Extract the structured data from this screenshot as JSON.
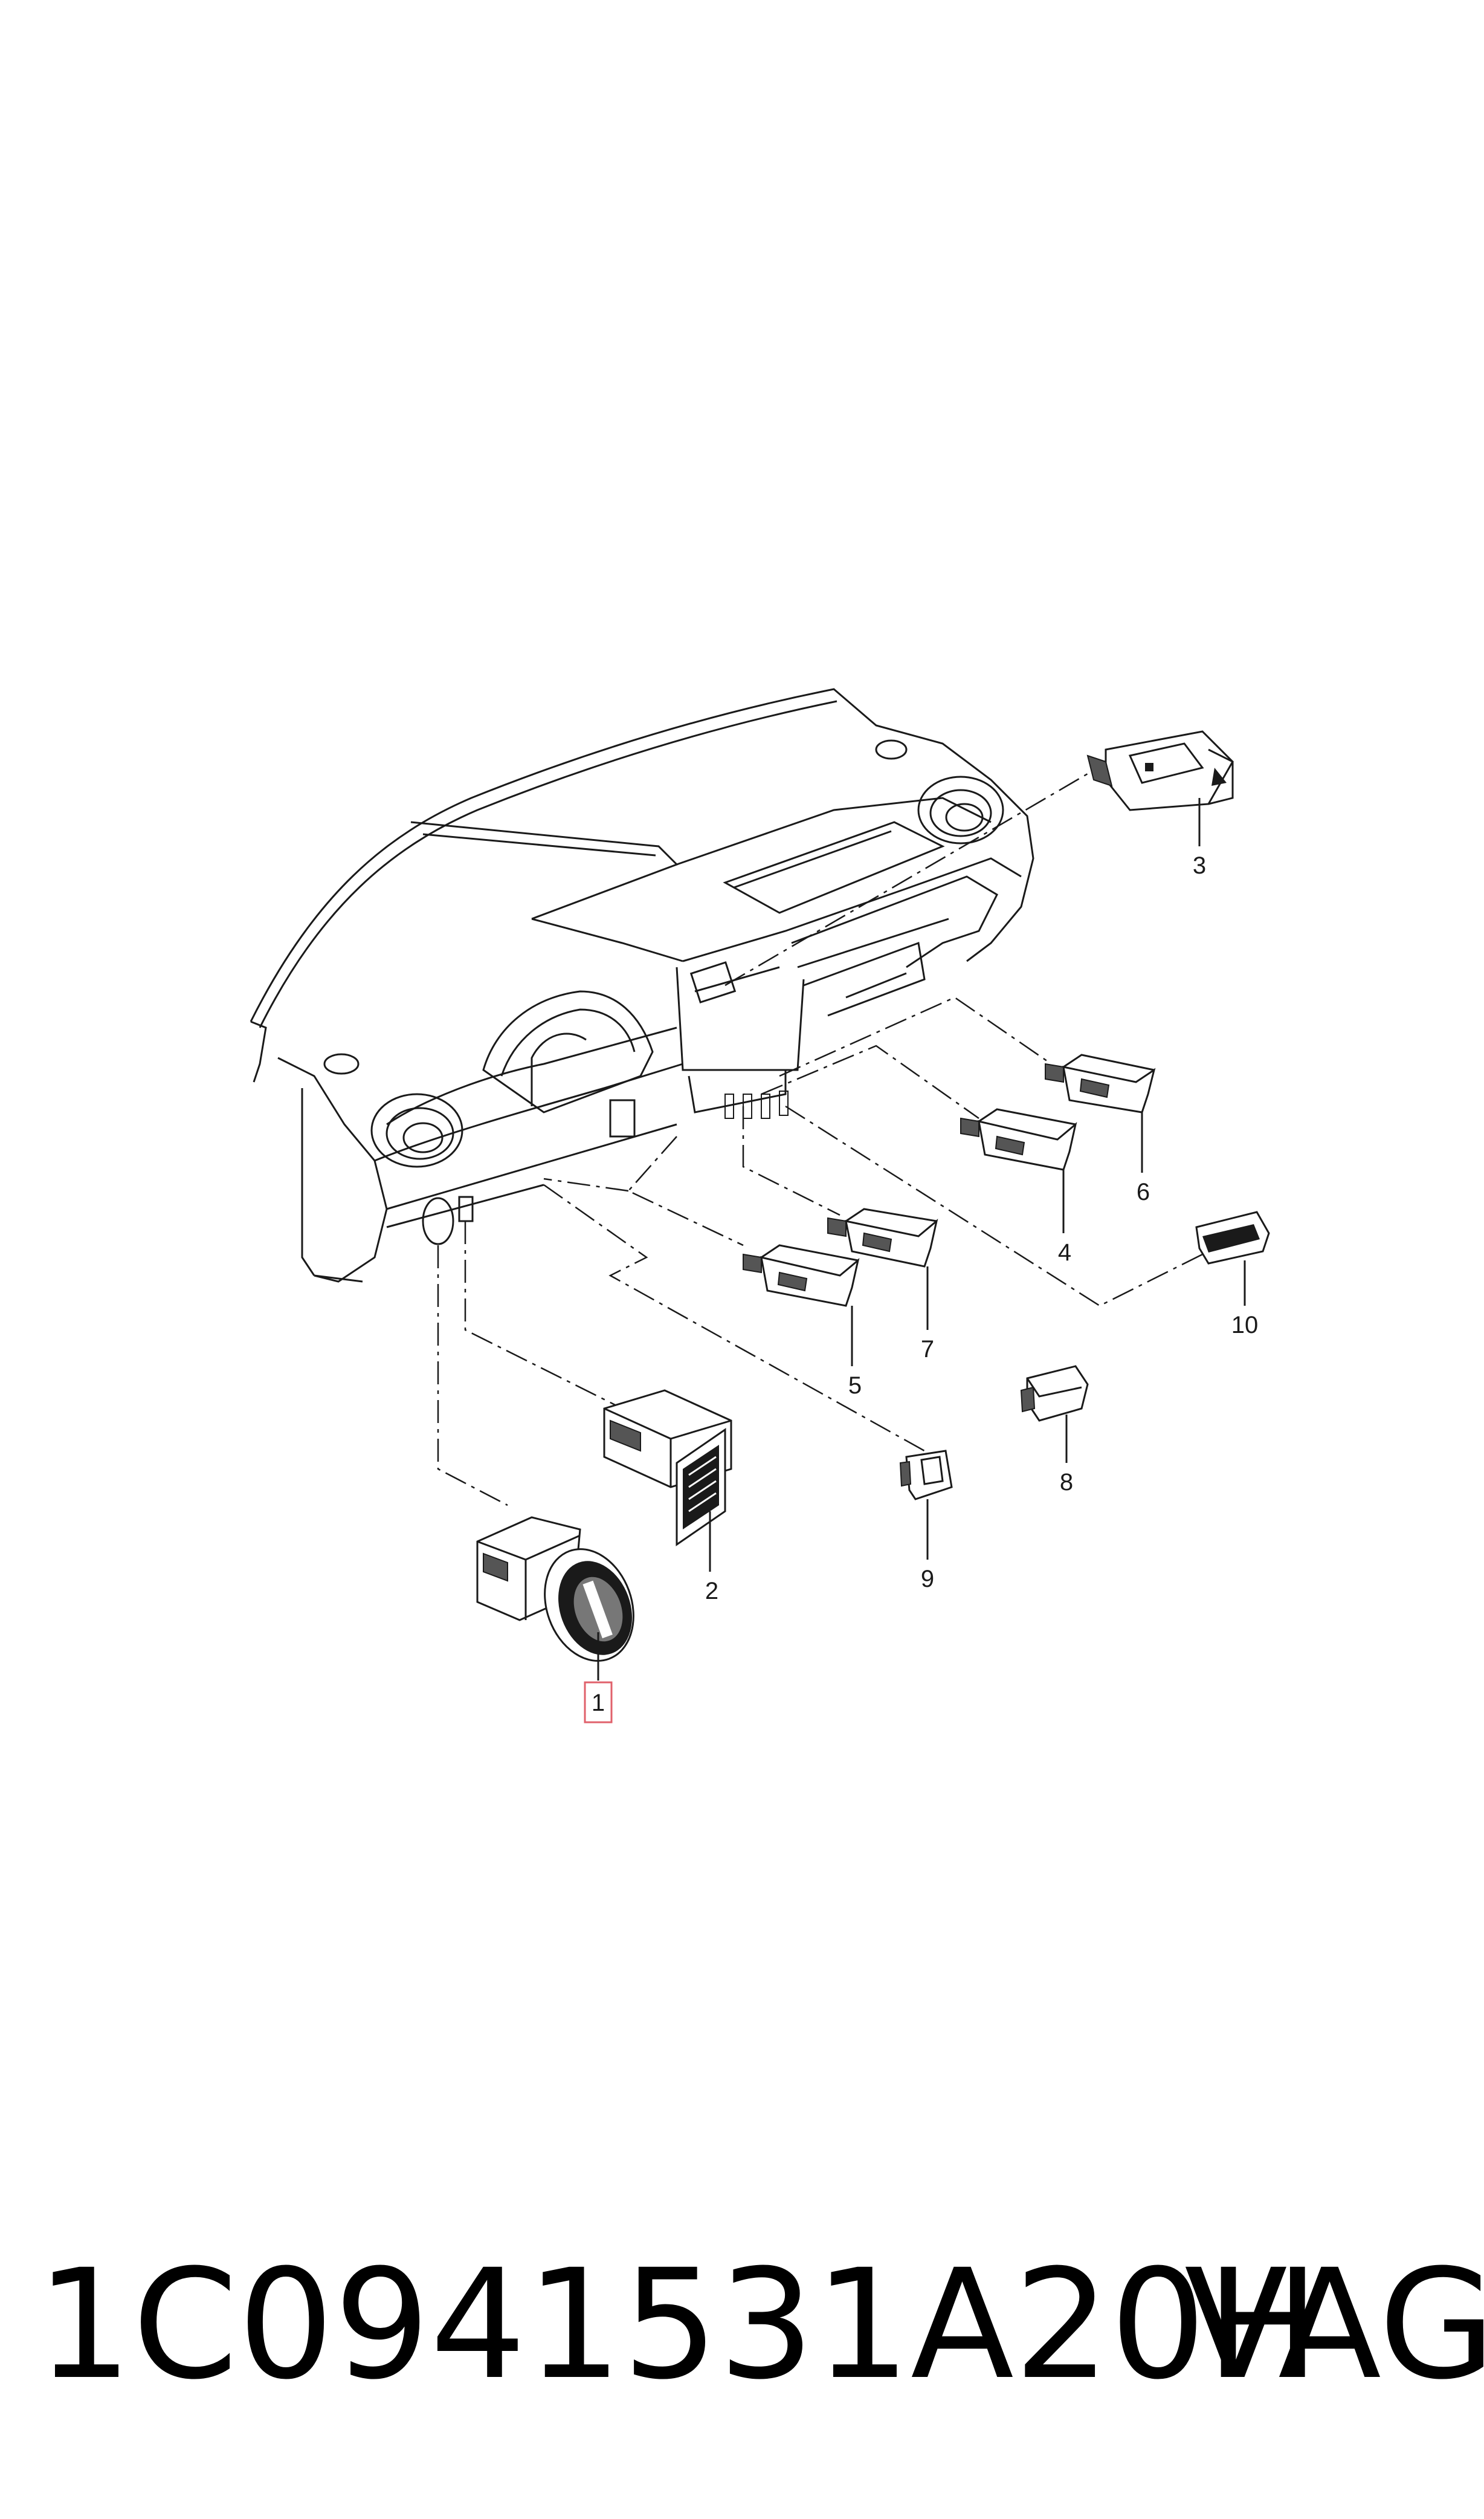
{
  "diagram": {
    "part_labels": [
      "1",
      "2",
      "3",
      "4",
      "5",
      "6",
      "7",
      "8",
      "9",
      "10"
    ],
    "highlighted_label": "1",
    "highlight_color": "#e0616b"
  },
  "footer": {
    "part_number": "1C0941531A20H",
    "brand": "VAG"
  }
}
